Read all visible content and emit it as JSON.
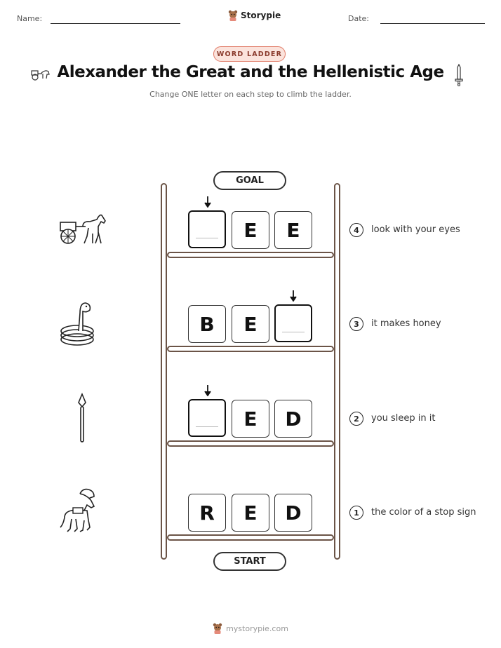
{
  "header": {
    "name_label": "Name:",
    "date_label": "Date:",
    "brand": "Storypie"
  },
  "badge": "WORD LADDER",
  "title": "Alexander the Great and the Hellenistic Age",
  "subtitle": "Change ONE letter on each step to climb the ladder.",
  "ladder": {
    "goal_label": "GOAL",
    "start_label": "START",
    "steps": [
      {
        "number": "4",
        "clue": "look with your eyes",
        "letters": [
          "",
          "E",
          "E"
        ],
        "picture": "chariot-icon"
      },
      {
        "number": "3",
        "clue": "it makes honey",
        "letters": [
          "B",
          "E",
          ""
        ],
        "picture": "snake-icon"
      },
      {
        "number": "2",
        "clue": "you sleep in it",
        "letters": [
          "",
          "E",
          "D"
        ],
        "picture": "spear-icon"
      },
      {
        "number": "1",
        "clue": "the color of a stop sign",
        "letters": [
          "R",
          "E",
          "D"
        ],
        "picture": "horse-icon"
      }
    ]
  },
  "footer": {
    "site": "mystorypie.com"
  },
  "colors": {
    "ladder": "#6b5447",
    "badge_border": "#e07a66",
    "badge_fill": "#fbe3dc"
  }
}
